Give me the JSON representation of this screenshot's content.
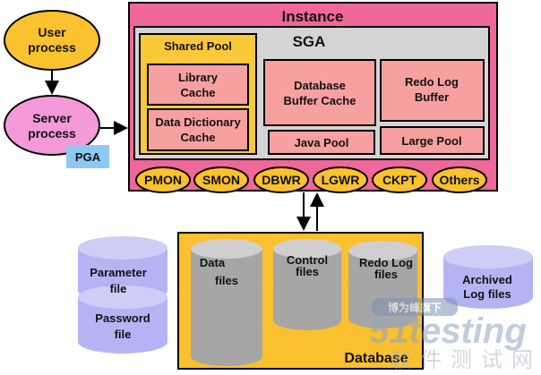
{
  "colors": {
    "instance": "#f0679a",
    "sga": "#d4d4d4",
    "shared_pool": "#f9c93b",
    "cache": "#f7a0a0",
    "user_process": "#f9c22e",
    "server_process": "#f49ad8",
    "pga": "#8ec8f0",
    "database": "#fbc02d",
    "cylinder_gray": "#a6a6a6",
    "cylinder_lavender": "#b4b4f4"
  },
  "user_process": [
    "User",
    "process"
  ],
  "server_process": [
    "Server",
    "process"
  ],
  "pga": "PGA",
  "instance": {
    "title": "Instance",
    "sga": "SGA",
    "shared_pool": {
      "title": "Shared Pool",
      "library_cache": [
        "Library",
        "Cache"
      ],
      "data_dictionary_cache": [
        "Data Dictionary",
        "Cache"
      ]
    },
    "database_buffer_cache": [
      "Database",
      "Buffer Cache"
    ],
    "redo_log_buffer": [
      "Redo Log",
      "Buffer"
    ],
    "java_pool": "Java Pool",
    "large_pool": "Large Pool",
    "processes": [
      "PMON",
      "SMON",
      "DBWR",
      "LGWR",
      "CKPT",
      "Others"
    ]
  },
  "database": {
    "title": "Database",
    "data_files": [
      "Data",
      "files"
    ],
    "control_files": [
      "Control",
      "files"
    ],
    "redo_log_files": [
      "Redo Log",
      "files"
    ]
  },
  "parameter_file": [
    "Parameter",
    "file"
  ],
  "password_file": [
    "Password",
    "file"
  ],
  "archived_log_files": [
    "Archived",
    "Log files"
  ],
  "watermark": {
    "top": "博为峰旗下",
    "brand": "51testing",
    "bottom": "软件测试网"
  }
}
